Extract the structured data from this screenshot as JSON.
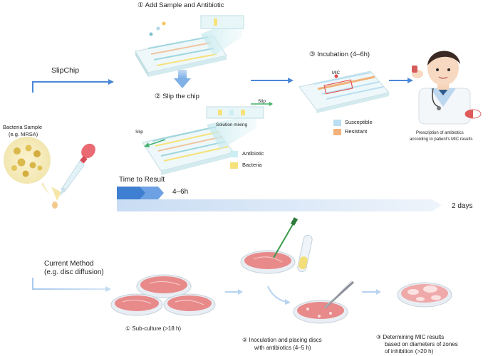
{
  "steps": {
    "add_sample": "① Add Sample and Antibiotic",
    "slip_chip": "② Slip the chip",
    "incubation": "③ Incubation (4–6h)"
  },
  "slipchip_label": "SlipChip",
  "chip_labels": {
    "slip_right": "Slip",
    "slip_left": "Slip",
    "solution_mixing": "Solution mixing",
    "mic": "MIC"
  },
  "legend_reagents": [
    {
      "label": "Antibiotic",
      "color": "#cdeef2"
    },
    {
      "label": "Bacteria",
      "color": "#f6e27a"
    }
  ],
  "legend_results": [
    {
      "label": "Susceptible",
      "color": "#b9dff1"
    },
    {
      "label": "Resistant",
      "color": "#f1b27a"
    }
  ],
  "doctor_caption_1": "Prescription of antibiotics",
  "doctor_caption_2": "according to patient's MIC results",
  "bacteria_sample": {
    "title": "Bacteria Sample",
    "subtitle": "(e.g. MRSA)"
  },
  "time_to_result": {
    "title": "Time to Result",
    "slipchip_time": "4–6h",
    "current_time": "2 days"
  },
  "current_method": {
    "title": "Current Method",
    "subtitle": "(e.g. disc diffusion)"
  },
  "current_steps": {
    "subculture": "① Sub-culture (>18 h)",
    "inoculation_1": "② Inoculation and placing discs",
    "inoculation_2": "with antibiotics (4–5 h)",
    "mic_1": "③ Determining MIC results",
    "mic_2": "based on diameters of zones",
    "mic_3": "of inhibition (>20 h)"
  },
  "colors": {
    "arrow_blue": "#4a88d6",
    "light_blue": "#dbe9f8",
    "dish_red": "#e88a8a",
    "dish_pink": "#f4c4c4"
  }
}
